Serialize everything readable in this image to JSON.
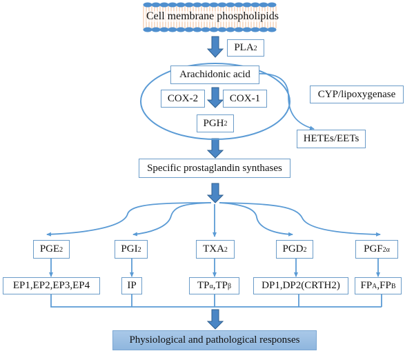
{
  "diagram": {
    "membrane_label": "Cell membrane phospholipids",
    "enzyme_pla2": {
      "main": "PLA",
      "sub": "2"
    },
    "arachidonic_acid": "Arachidonic acid",
    "cox2": "COX-2",
    "cox1": "COX-1",
    "pgh2": {
      "main": "PGH",
      "sub": "2"
    },
    "cyp_lipoxygenase": "CYP/lipoxygenase",
    "hetes_eets": "HETEs/EETs",
    "synthases": "Specific prostaglandin synthases",
    "prostanoids": [
      {
        "main": "PGE",
        "sub": "2"
      },
      {
        "main": "PGI",
        "sub": "2"
      },
      {
        "main": "TXA",
        "sub": "2"
      },
      {
        "main": "PGD",
        "sub": "2"
      },
      {
        "main": "PGF",
        "sub": "2α"
      }
    ],
    "receptors": [
      {
        "text": "EP1,EP2,EP3,EP4"
      },
      {
        "text": "IP"
      },
      {
        "parts": [
          {
            "main": "TP",
            "sub": "α"
          },
          {
            "main": ",TP",
            "sub": "β"
          }
        ]
      },
      {
        "text": "DP1,DP2(CRTH2)"
      },
      {
        "parts": [
          {
            "main": "FP",
            "sub": "A"
          },
          {
            "main": ",FP",
            "sub": "B"
          }
        ]
      }
    ],
    "outcome": "Physiological and pathological responses",
    "colors": {
      "line": "#5b9bd5",
      "box_border": "#6a9bc8",
      "arrow_fill": "#4a86c5",
      "arrow_stroke": "#2f5f8f",
      "lipid_head": "#4f8fce",
      "lipid_tail": "#f4c7a8",
      "outcome_fill": "#9dbfe3"
    }
  }
}
